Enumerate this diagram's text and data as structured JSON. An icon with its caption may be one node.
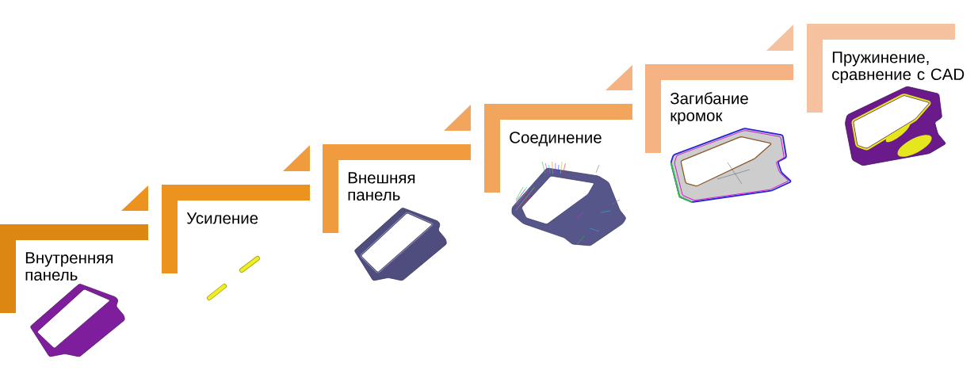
{
  "diagram": {
    "nodes": [
      {
        "text": [
          "Внутренняя панель"
        ]
      },
      {
        "text": [
          "Усиление"
        ]
      },
      {
        "text": [
          "Внешняя панель"
        ]
      },
      {
        "text": [
          "Соединение"
        ]
      },
      {
        "text": [
          "Загибание кромок"
        ]
      },
      {
        "text": [
          "Пружинение, сравнение с CAD"
        ]
      }
    ]
  }
}
